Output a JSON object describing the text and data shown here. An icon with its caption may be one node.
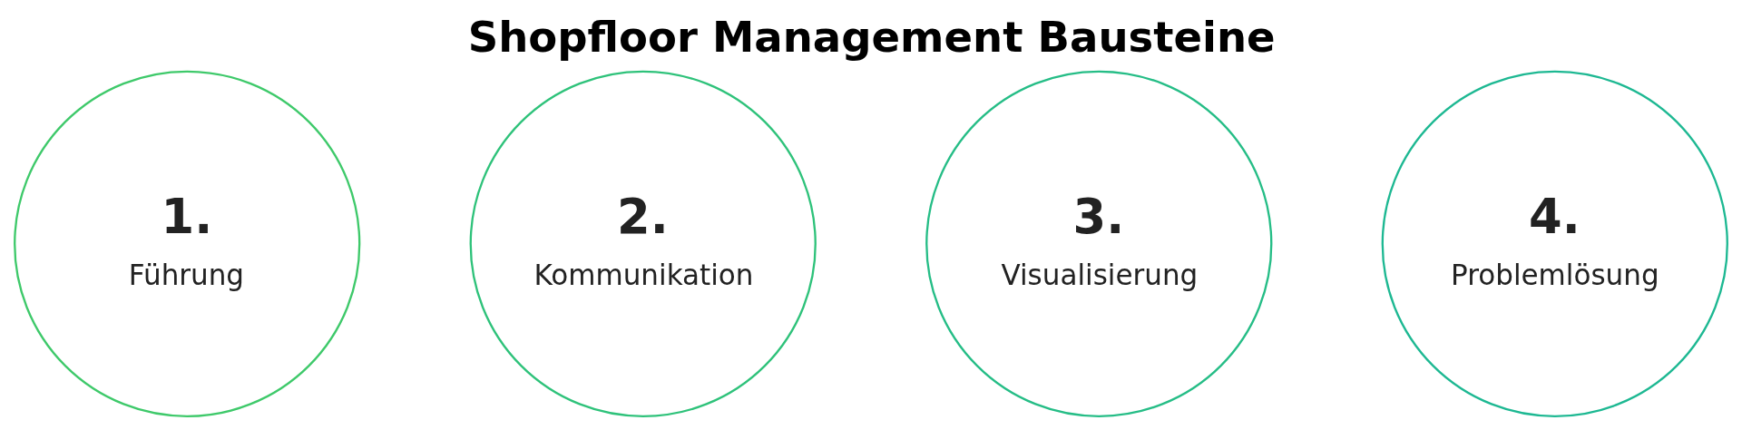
{
  "diagram": {
    "title": "Shopfloor Management Bausteine",
    "nodes": [
      {
        "text": [
          "1.",
          "Führung"
        ]
      },
      {
        "text": [
          "2.",
          "Kommunikation"
        ]
      },
      {
        "text": [
          "3.",
          "Visualisierung"
        ]
      },
      {
        "text": [
          "4.",
          "Problemlösung"
        ]
      }
    ]
  }
}
